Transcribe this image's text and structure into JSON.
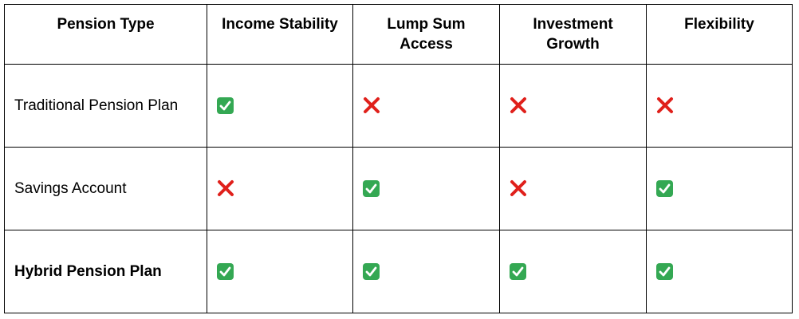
{
  "headers": [
    "Pension Type",
    "Income Stability",
    "Lump Sum Access",
    "Investment Growth",
    "Flexibility"
  ],
  "rows": [
    {
      "label": "Traditional Pension Plan",
      "bold": false,
      "marks": [
        "check",
        "cross",
        "cross",
        "cross"
      ]
    },
    {
      "label": "Savings Account",
      "bold": false,
      "marks": [
        "cross",
        "check",
        "cross",
        "check"
      ]
    },
    {
      "label": "Hybrid Pension Plan",
      "bold": true,
      "marks": [
        "check",
        "check",
        "check",
        "check"
      ]
    }
  ],
  "colors": {
    "check_bg": "#34a853",
    "cross": "#e0201b",
    "border": "#000000"
  },
  "icons": {
    "check": "check-mark-icon",
    "cross": "cross-mark-icon"
  }
}
